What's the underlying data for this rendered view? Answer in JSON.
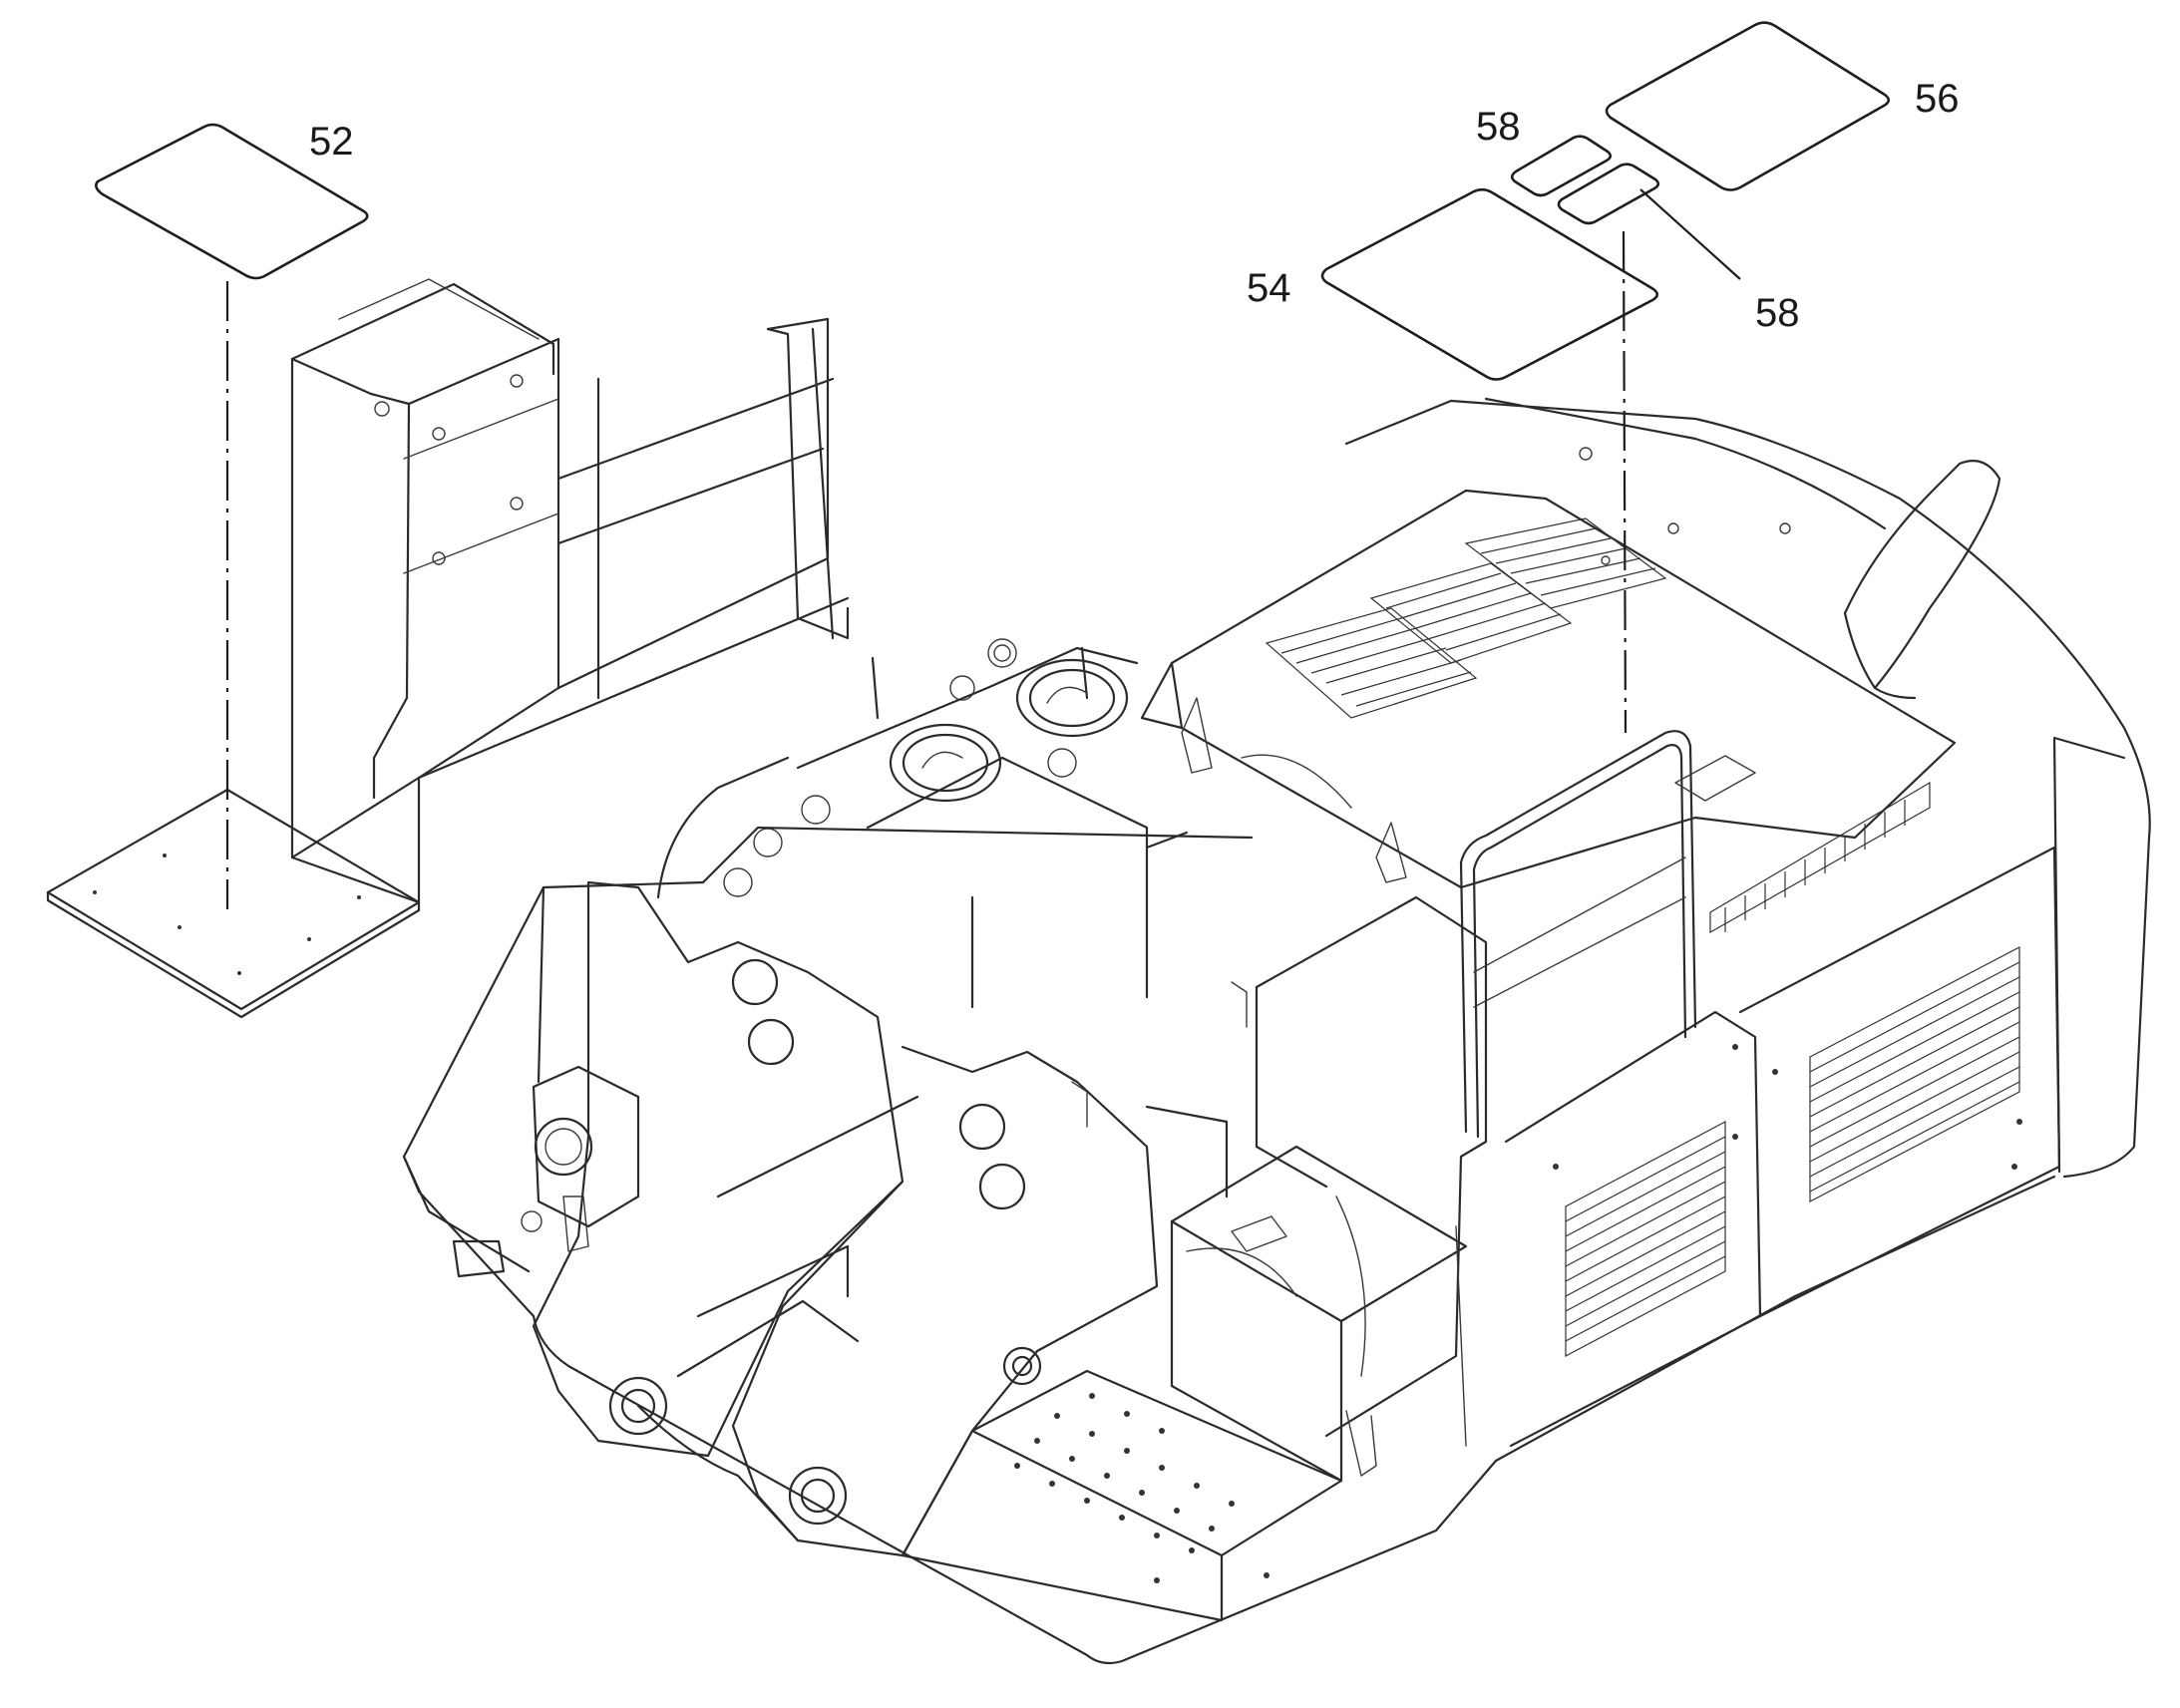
{
  "diagram": {
    "callouts": [
      {
        "id": "52",
        "label": "52"
      },
      {
        "id": "54",
        "label": "54"
      },
      {
        "id": "56",
        "label": "56"
      },
      {
        "id": "58a",
        "label": "58"
      },
      {
        "id": "58b",
        "label": "58"
      }
    ]
  }
}
